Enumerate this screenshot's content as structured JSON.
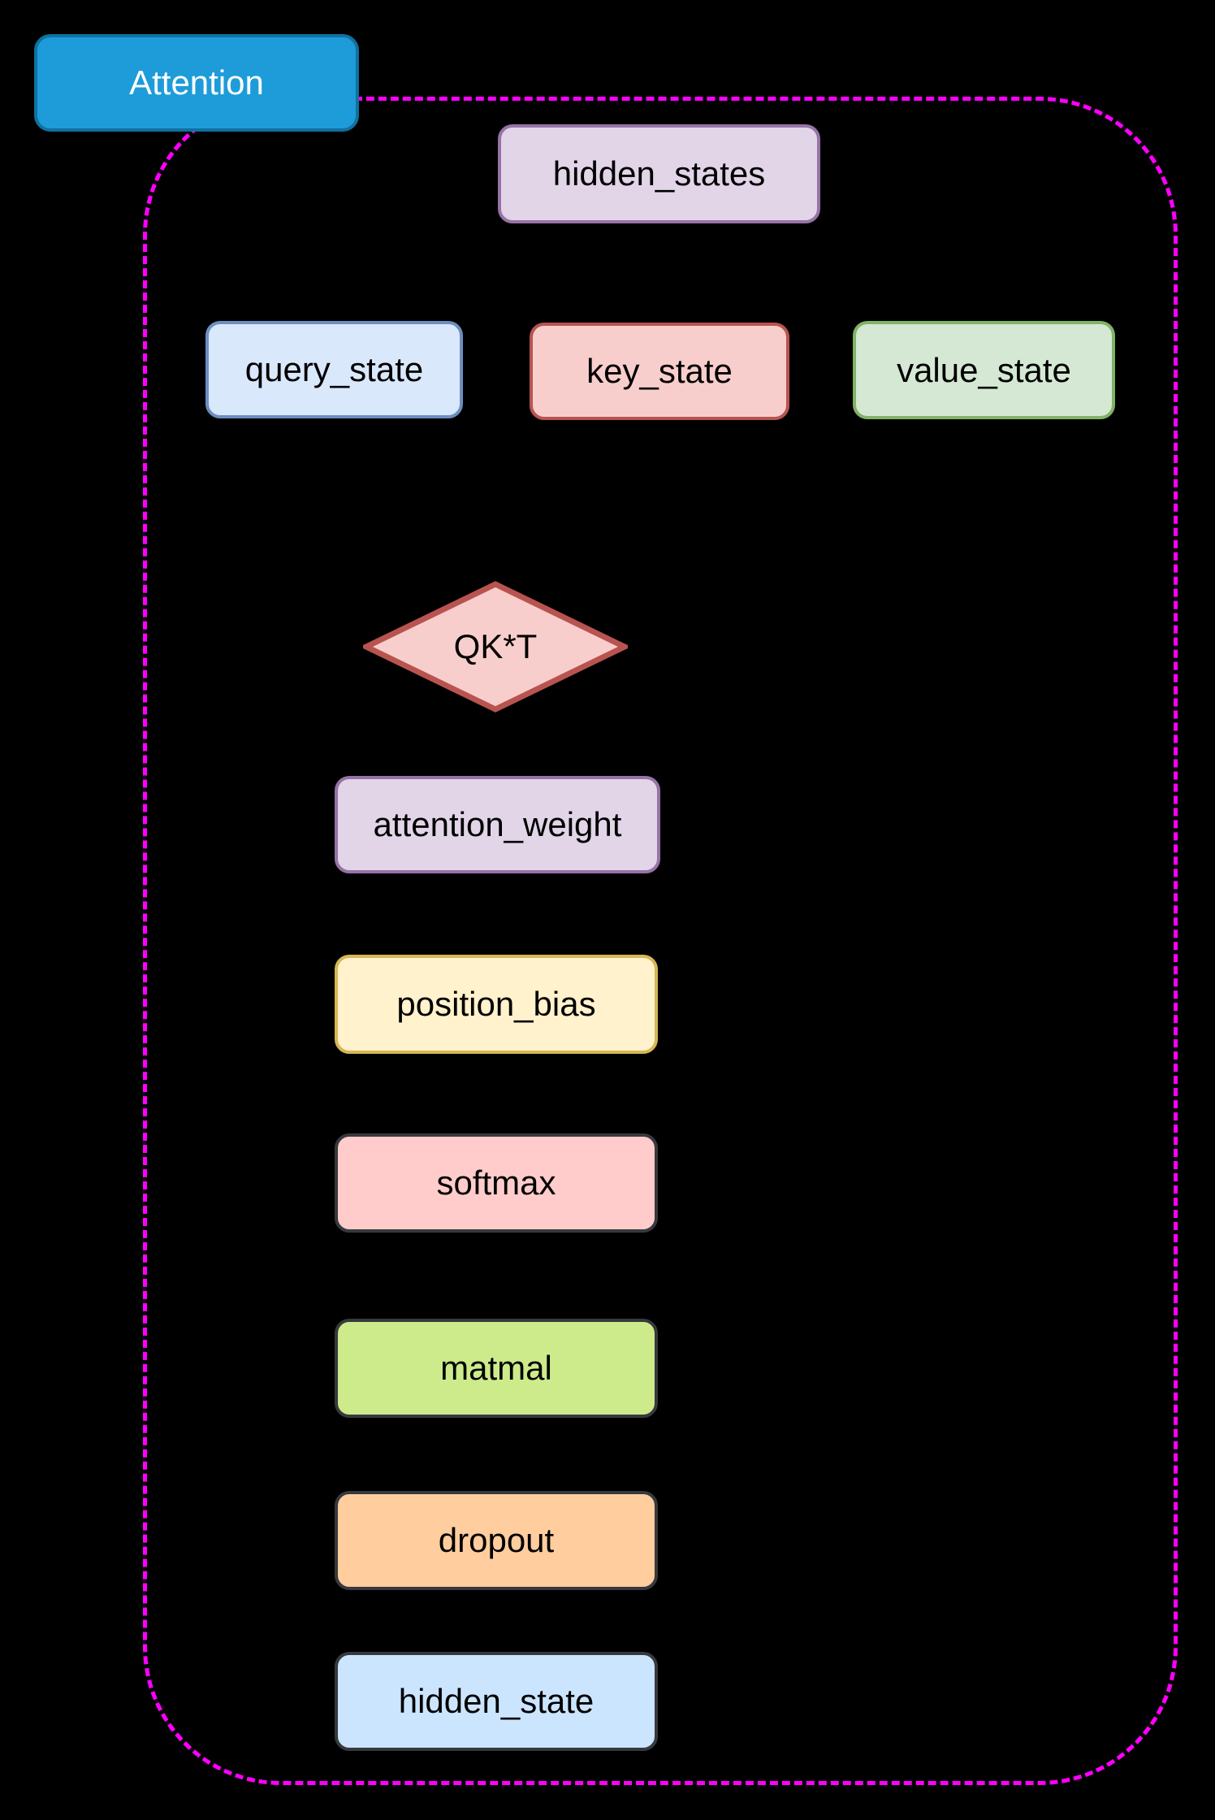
{
  "title_box": {
    "label": "Attention",
    "fill": "#1E9CD9",
    "stroke": "#10719F",
    "text_color": "#FFFFFF"
  },
  "container": {
    "stroke": "#FF00FF"
  },
  "nodes": {
    "hidden_states": {
      "label": "hidden_states",
      "shape": "rect",
      "fill": "#E1D5E7",
      "stroke": "#9673A6"
    },
    "query_state": {
      "label": "query_state",
      "shape": "rect",
      "fill": "#DAE8FC",
      "stroke": "#6C8EBF"
    },
    "key_state": {
      "label": "key_state",
      "shape": "rect",
      "fill": "#F8CECC",
      "stroke": "#B85450"
    },
    "value_state": {
      "label": "value_state",
      "shape": "rect",
      "fill": "#D5E8D4",
      "stroke": "#82B366"
    },
    "qkt": {
      "label": "QK*T",
      "shape": "diamond",
      "fill": "#F8CECC",
      "stroke": "#B85450"
    },
    "attention_weight": {
      "label": "attention_weight",
      "shape": "rect",
      "fill": "#E1D5E7",
      "stroke": "#9673A6"
    },
    "position_bias": {
      "label": "position_bias",
      "shape": "rect",
      "fill": "#FFF2CC",
      "stroke": "#D6B656"
    },
    "softmax": {
      "label": "softmax",
      "shape": "rect",
      "fill": "#FFCCCB",
      "stroke": "#36393D"
    },
    "matmal": {
      "label": "matmal",
      "shape": "rect",
      "fill": "#CDEB8B",
      "stroke": "#36393D"
    },
    "dropout": {
      "label": "dropout",
      "shape": "rect",
      "fill": "#FFCD9E",
      "stroke": "#36393D"
    },
    "hidden_state": {
      "label": "hidden_state",
      "shape": "rect",
      "fill": "#CCE5FF",
      "stroke": "#36393D"
    }
  }
}
